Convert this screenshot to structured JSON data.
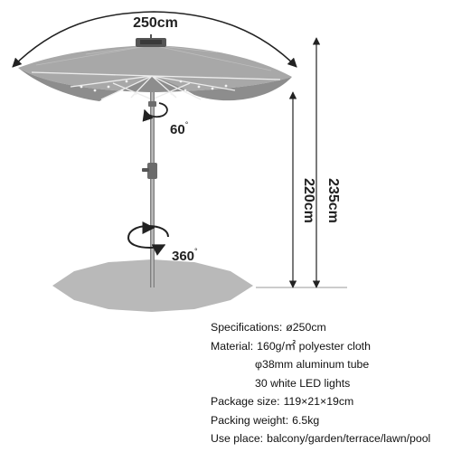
{
  "dimensions": {
    "width_label": "250cm",
    "pole_height_label": "220cm",
    "total_height_label": "235cm"
  },
  "rotation": {
    "tilt_value": "60",
    "tilt_unit": "°",
    "spin_value": "360",
    "spin_unit": "°"
  },
  "specifications": [
    {
      "key": "Specifications:",
      "value": "ø250cm"
    },
    {
      "key": "Material:",
      "value": "160g/㎡ polyester cloth"
    },
    {
      "key": "",
      "value": "φ38mm aluminum tube"
    },
    {
      "key": "",
      "value": "30 white LED lights"
    },
    {
      "key": "Package size:",
      "value": "119×21×19cm"
    },
    {
      "key": "Packing weight:",
      "value": "6.5kg"
    },
    {
      "key": "Use place:",
      "value": "balcony/garden/terrace/lawn/pool"
    }
  ],
  "colors": {
    "canopy_top": "#a9a9a9",
    "canopy_under": "#8f8f8f",
    "frame": "#e8e8e8",
    "pole": "#9a9a9a",
    "shadow": "#b8b8b8",
    "dimension_line": "#222222"
  }
}
